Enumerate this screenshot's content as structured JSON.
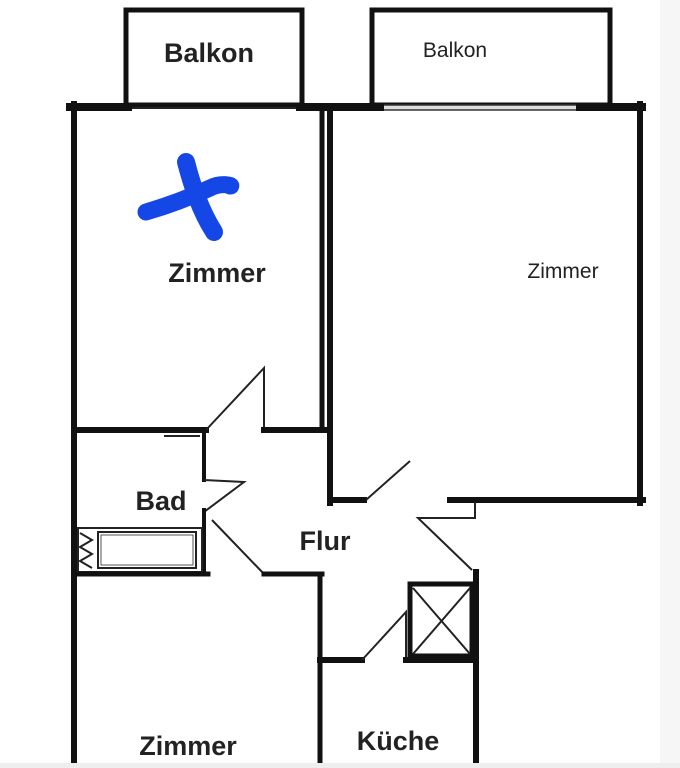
{
  "floorplan": {
    "rooms": {
      "balkon_left": "Balkon",
      "balkon_right": "Balkon",
      "zimmer_top_left": "Zimmer",
      "zimmer_right": "Zimmer",
      "bad": "Bad",
      "flur": "Flur",
      "zimmer_bottom_left": "Zimmer",
      "kueche": "Küche"
    },
    "annotation": {
      "mark": "blue-cross-mark",
      "color": "#1447e6"
    },
    "colors": {
      "wall": "#111111",
      "background": "#ffffff"
    }
  }
}
